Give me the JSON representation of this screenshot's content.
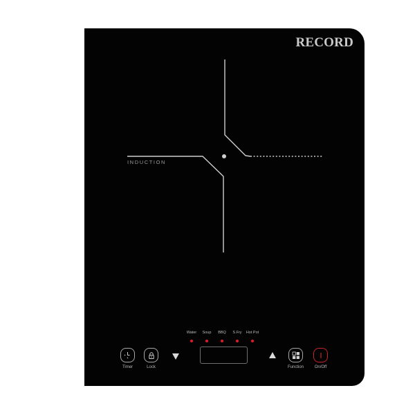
{
  "device": {
    "brand": "RECORD",
    "zone_label": "INDUCTION",
    "colors": {
      "panel": "#030303",
      "text": "#c9c9c9",
      "led": "#e41b23",
      "power_ring": "#c9252b"
    }
  },
  "modes": [
    {
      "label": "Water",
      "icon": "red-led"
    },
    {
      "label": "Soup",
      "icon": "red-led"
    },
    {
      "label": "BBQ",
      "icon": "red-led"
    },
    {
      "label": "S.Fry",
      "icon": "red-led"
    },
    {
      "label": "Hot Pot",
      "icon": "red-led"
    }
  ],
  "controls": {
    "timer": {
      "label": "Timer",
      "icon": "clock-icon"
    },
    "lock": {
      "label": "Lock",
      "icon": "lock-icon"
    },
    "decrease": {
      "icon": "down-triangle-icon"
    },
    "display": {
      "value": ""
    },
    "increase": {
      "icon": "up-triangle-icon"
    },
    "function": {
      "label": "Function",
      "icon": "grid-icon"
    },
    "power": {
      "label": "On/Off",
      "icon": "power-icon"
    }
  }
}
